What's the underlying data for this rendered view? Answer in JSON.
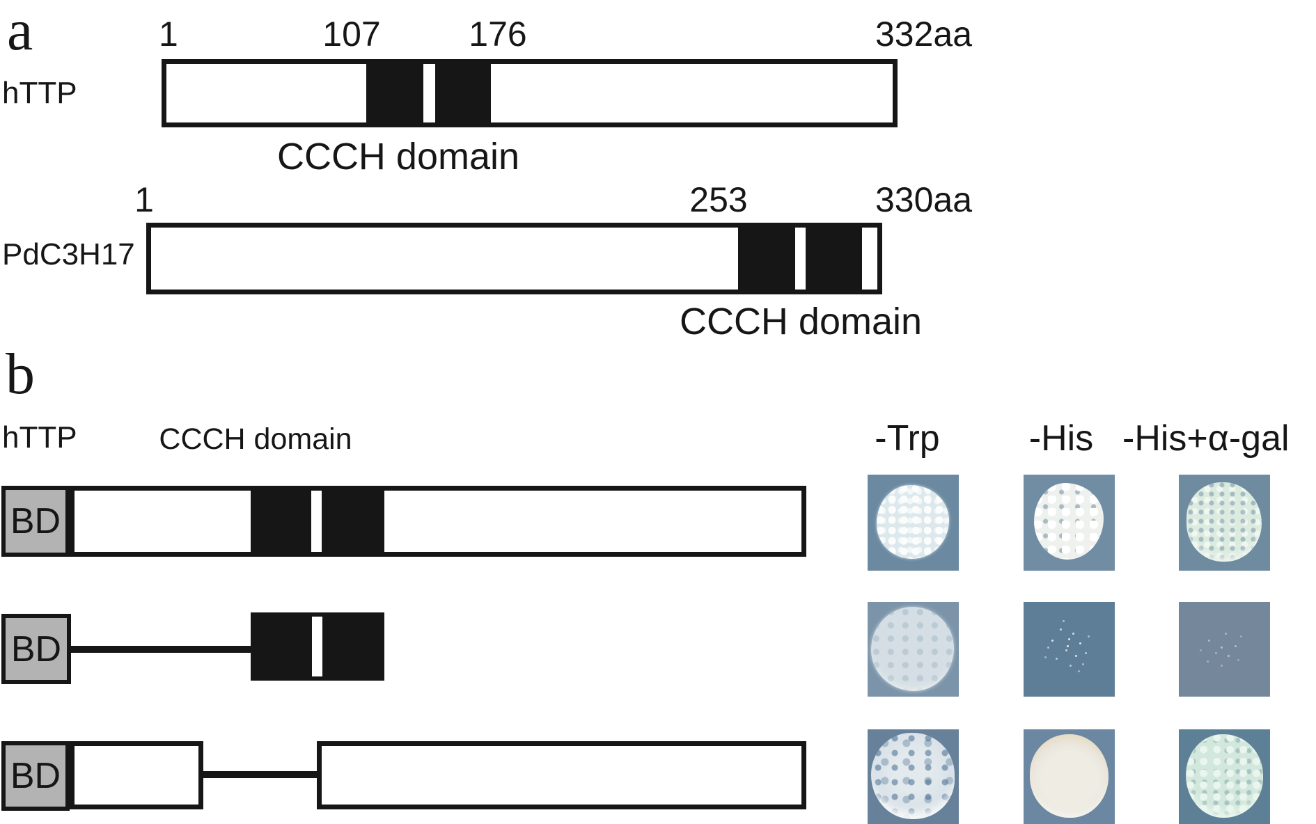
{
  "figure": {
    "panel_a": {
      "label": "a",
      "rows": [
        {
          "name": "hTTP",
          "pos_start": "1",
          "pos_domain_start": "107",
          "pos_domain_end": "176",
          "pos_end": "332aa",
          "domain_caption": "CCCH domain"
        },
        {
          "name": "PdC3H17",
          "pos_start": "1",
          "pos_domain_start": "253",
          "pos_end": "330aa",
          "domain_caption": "CCCH domain"
        }
      ]
    },
    "panel_b": {
      "label": "b",
      "protein_label": "hTTP",
      "domain_caption": "CCCH domain",
      "bd_label": "BD",
      "columns": [
        "-Trp",
        "-His",
        "-His+α-gal"
      ],
      "constructs": [
        {
          "construct": "full-length-hTTP",
          "plates": [
            {
              "growth": "colony-dense-white"
            },
            {
              "growth": "colony-white-blobs"
            },
            {
              "growth": "colony-green-speckled"
            }
          ]
        },
        {
          "construct": "CCCH-domain-only",
          "plates": [
            {
              "growth": "colony-diffuse-pale"
            },
            {
              "growth": "specks-sparse"
            },
            {
              "growth": "specks-faint"
            }
          ]
        },
        {
          "construct": "CCCH-domain-deleted",
          "plates": [
            {
              "growth": "colony-pale-blue"
            },
            {
              "growth": "colony-cream"
            },
            {
              "growth": "colony-turquoise"
            }
          ]
        }
      ]
    },
    "colors": {
      "ink": "#161616",
      "bd_fill": "#b3b3b3",
      "plate_blue": "#6a89a0",
      "colony_white": "#eef2f4",
      "colony_green": "#d2e8dc"
    }
  }
}
